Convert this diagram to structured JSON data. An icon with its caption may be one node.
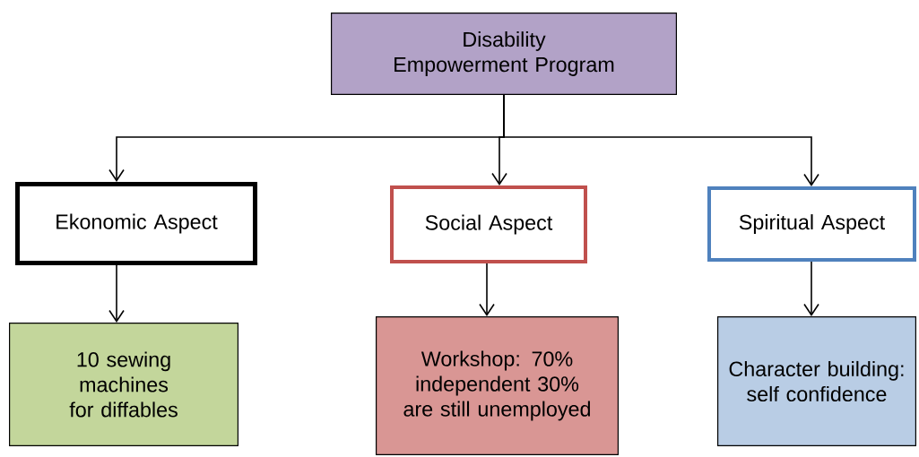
{
  "diagram": {
    "nodes": [
      {
        "text": [
          "Disability Empowerment Program"
        ]
      },
      {
        "text": [
          "Ekonomic Aspect"
        ]
      },
      {
        "text": [
          "Social Aspect"
        ]
      },
      {
        "text": [
          "Spiritual Aspect"
        ]
      },
      {
        "text": [
          "10 sewing machines for diffables"
        ]
      },
      {
        "text": [
          "Workshop: 70% independent 30% are still unemployed"
        ]
      },
      {
        "text": [
          "Character building: self confidence"
        ]
      }
    ],
    "edges": [
      {
        "from": 0,
        "to": 1,
        "arrow": "to"
      },
      {
        "from": 0,
        "to": 2,
        "arrow": "to"
      },
      {
        "from": 0,
        "to": 3,
        "arrow": "to"
      },
      {
        "from": 1,
        "to": 4,
        "arrow": "to"
      },
      {
        "from": 2,
        "to": 5,
        "arrow": "to"
      },
      {
        "from": 3,
        "to": 6,
        "arrow": "to"
      }
    ]
  }
}
